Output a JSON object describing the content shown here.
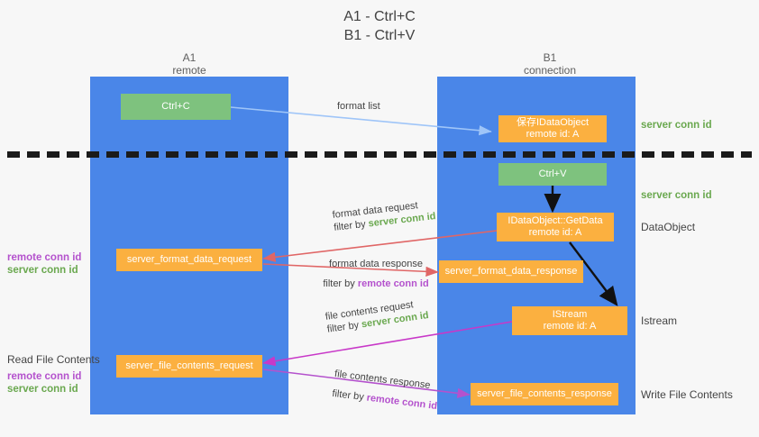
{
  "title": {
    "line1": "A1 - Ctrl+C",
    "line2": "B1 - Ctrl+V"
  },
  "columns": [
    {
      "id": "a1",
      "name": "A1",
      "role": "remote"
    },
    {
      "id": "b1",
      "name": "B1",
      "role": "connection"
    }
  ],
  "nodes": {
    "ctrl_c": {
      "label": "Ctrl+C",
      "color": "#7ec27e"
    },
    "save_idataobject": {
      "line1": "保存IDataObject",
      "line2": "remote id: A",
      "color": "#fbb040"
    },
    "ctrl_v": {
      "label": "Ctrl+V",
      "color": "#7ec27e"
    },
    "getdata": {
      "line1": "IDataObject::GetData",
      "line2": "remote id: A",
      "color": "#fbb040"
    },
    "istream": {
      "line1": "IStream",
      "line2": "remote id: A",
      "color": "#fbb040"
    },
    "server_format_data_request": {
      "label": "server_format_data_request",
      "color": "#fbb040"
    },
    "server_format_data_response": {
      "label": "server_format_data_response",
      "color": "#fbb040"
    },
    "server_file_contents_request": {
      "label": "server_file_contents_request",
      "color": "#fbb040"
    },
    "server_file_contents_response": {
      "label": "server_file_contents_response",
      "color": "#fbb040"
    }
  },
  "side_labels": {
    "server_conn_id_top": "server conn id",
    "server_conn_id_mid": "server conn id",
    "dataobject": "DataObject",
    "istream": "Istream",
    "write_file_contents": "Write File Contents",
    "read_file_contents": "Read File Contents"
  },
  "conn_pairs": {
    "format": {
      "remote": "remote conn id",
      "server": "server conn id"
    },
    "file": {
      "remote": "remote conn id",
      "server": "server conn id"
    }
  },
  "edges": {
    "format_list": {
      "label": "format list",
      "color": "#9fc5f8"
    },
    "format_data_request": {
      "label": "format data request",
      "filter_prefix": "filter by ",
      "filter_key": "server conn id",
      "color": "#e06666"
    },
    "format_data_response": {
      "label": "format data response",
      "filter_prefix": "filter by ",
      "filter_key": "remote conn id",
      "color": "#e06666"
    },
    "file_contents_request": {
      "label": "file contents request",
      "filter_prefix": "filter by ",
      "filter_key": "server conn id",
      "color": "#c838c8"
    },
    "file_contents_response": {
      "label": "file contents response",
      "filter_prefix": "filter by ",
      "filter_key": "remote conn id",
      "color": "#b452cd"
    }
  },
  "colors": {
    "lane": "#4a86e8",
    "green_node": "#7ec27e",
    "orange_node": "#fbb040",
    "server_text": "#6aa84f",
    "remote_text": "#b452cd",
    "divider": "#1b1b1b",
    "background": "#f7f7f7"
  }
}
